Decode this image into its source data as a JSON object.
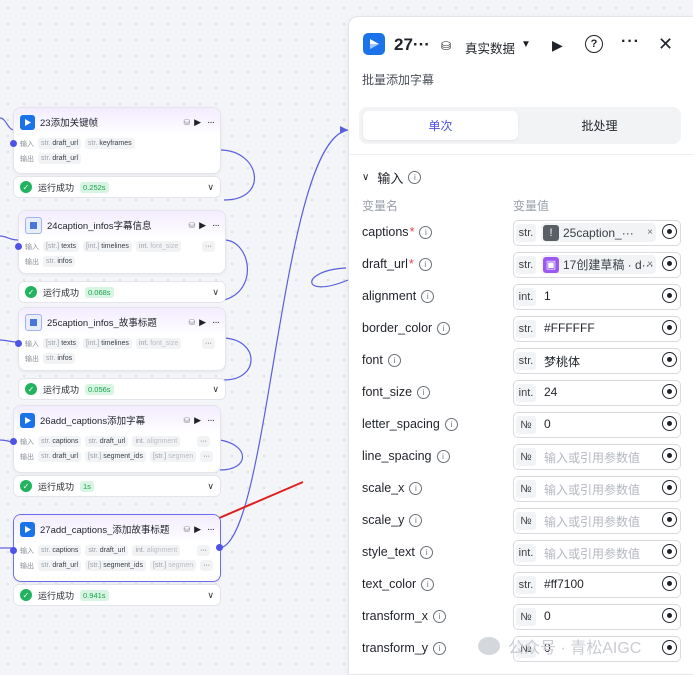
{
  "canvas": {
    "nodes": [
      {
        "title": "23添加关键帧",
        "status": "运行成功",
        "time": "0.252s",
        "input_label": "输入",
        "output_label": "输出",
        "inputs": [
          {
            "t": "str.",
            "n": "draft_url"
          },
          {
            "t": "str.",
            "n": "keyframes"
          }
        ],
        "outputs": [
          {
            "t": "str.",
            "n": "draft_url"
          }
        ]
      },
      {
        "title": "24caption_infos字幕信息",
        "status": "运行成功",
        "time": "0.068s",
        "input_label": "输入",
        "output_label": "输出",
        "inputs": [
          {
            "t": "[str.]",
            "n": "texts"
          },
          {
            "t": "[int.]",
            "n": "timelines"
          },
          {
            "t": "int.",
            "n": "font_size"
          }
        ],
        "outputs": [
          {
            "t": "str.",
            "n": "infos"
          }
        ]
      },
      {
        "title": "25caption_infos_故事标题",
        "status": "运行成功",
        "time": "0.056s",
        "input_label": "输入",
        "output_label": "输出",
        "inputs": [
          {
            "t": "[str.]",
            "n": "texts"
          },
          {
            "t": "[int.]",
            "n": "timelines"
          },
          {
            "t": "int.",
            "n": "font_size"
          }
        ],
        "outputs": [
          {
            "t": "str.",
            "n": "infos"
          }
        ]
      },
      {
        "title": "26add_captions添加字幕",
        "status": "运行成功",
        "time": "1s",
        "input_label": "输入",
        "output_label": "输出",
        "inputs": [
          {
            "t": "str.",
            "n": "captions"
          },
          {
            "t": "str.",
            "n": "draft_url"
          },
          {
            "t": "int.",
            "n": "alignment"
          }
        ],
        "outputs": [
          {
            "t": "str.",
            "n": "draft_url"
          },
          {
            "t": "[str.]",
            "n": "segment_ids"
          },
          {
            "t": "[str.]",
            "n": "segmen"
          }
        ]
      },
      {
        "title": "27add_captions_添加故事标题",
        "status": "运行成功",
        "time": "0.941s",
        "input_label": "输入",
        "output_label": "输出",
        "inputs": [
          {
            "t": "str.",
            "n": "captions"
          },
          {
            "t": "str.",
            "n": "draft_url"
          },
          {
            "t": "int.",
            "n": "alignment"
          }
        ],
        "outputs": [
          {
            "t": "str.",
            "n": "draft_url"
          },
          {
            "t": "[str.]",
            "n": "segment_ids"
          },
          {
            "t": "[str.]",
            "n": "segmen"
          }
        ]
      }
    ]
  },
  "panel": {
    "title": "27···",
    "db_label": "真实数据",
    "description": "批量添加字幕",
    "tabs": [
      {
        "label": "单次",
        "active": true
      },
      {
        "label": "批处理",
        "active": false
      }
    ],
    "section": "输入",
    "col_name": "变量名",
    "col_value": "变量值",
    "params": [
      {
        "name": "captions",
        "required": true,
        "type": "str.",
        "ref": {
          "icon": "!",
          "color": "grey",
          "text": "25caption_···"
        }
      },
      {
        "name": "draft_url",
        "required": true,
        "type": "str.",
        "ref": {
          "icon": "▣",
          "color": "purple",
          "text": "17创建草稿 · d···"
        }
      },
      {
        "name": "alignment",
        "type": "int.",
        "value": "1"
      },
      {
        "name": "border_color",
        "type": "str.",
        "value": "#FFFFFF"
      },
      {
        "name": "font",
        "type": "str.",
        "value": "梦桃体"
      },
      {
        "name": "font_size",
        "type": "int.",
        "value": "24"
      },
      {
        "name": "letter_spacing",
        "type": "№",
        "value": "0"
      },
      {
        "name": "line_spacing",
        "type": "№",
        "placeholder": "输入或引用参数值"
      },
      {
        "name": "scale_x",
        "type": "№",
        "placeholder": "输入或引用参数值"
      },
      {
        "name": "scale_y",
        "type": "№",
        "placeholder": "输入或引用参数值"
      },
      {
        "name": "style_text",
        "type": "int.",
        "placeholder": "输入或引用参数值"
      },
      {
        "name": "text_color",
        "type": "str.",
        "value": "#ff7100"
      },
      {
        "name": "transform_x",
        "type": "№",
        "value": "0"
      },
      {
        "name": "transform_y",
        "type": "№",
        "value": "0"
      }
    ]
  },
  "watermark": "公众号 · 青松AIGC",
  "colors": {
    "accent": "#4d53e8",
    "success": "#22b35e",
    "arrow": "#e02020"
  }
}
